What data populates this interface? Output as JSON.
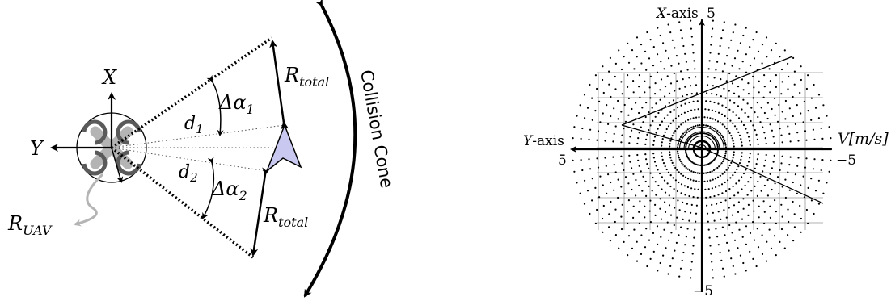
{
  "left_diagram": {
    "axis_x_label": "X",
    "axis_y_label": "Y",
    "d1_label": "d",
    "d1_sub": "1",
    "d2_label": "d",
    "d2_sub": "2",
    "dalpha1_label": "Δα",
    "dalpha1_sub": "1",
    "dalpha2_label": "Δα",
    "dalpha2_sub": "2",
    "r_total_top": "R",
    "r_total_top_sub": "total",
    "r_total_bottom": "R",
    "r_total_bottom_sub": "total",
    "r_uav": "R",
    "r_uav_sub": "UAV",
    "collision_cone_label": "Collision Cone",
    "colors": {
      "target_fill": "#c8c8f0",
      "uav_body": "#b4b4b4",
      "uav_rotor": "#5a5a5a",
      "r_uav_arrow": "#b4b4b4"
    }
  },
  "right_plot": {
    "x_axis_label": "X",
    "x_axis_suffix": "-axis",
    "y_axis_label": "Y",
    "y_axis_suffix": "-axis",
    "v_label": "V[m/s]",
    "tick_top": "5",
    "tick_bottom": "−5",
    "tick_left": "5",
    "tick_right": "−5",
    "grid": true
  }
}
